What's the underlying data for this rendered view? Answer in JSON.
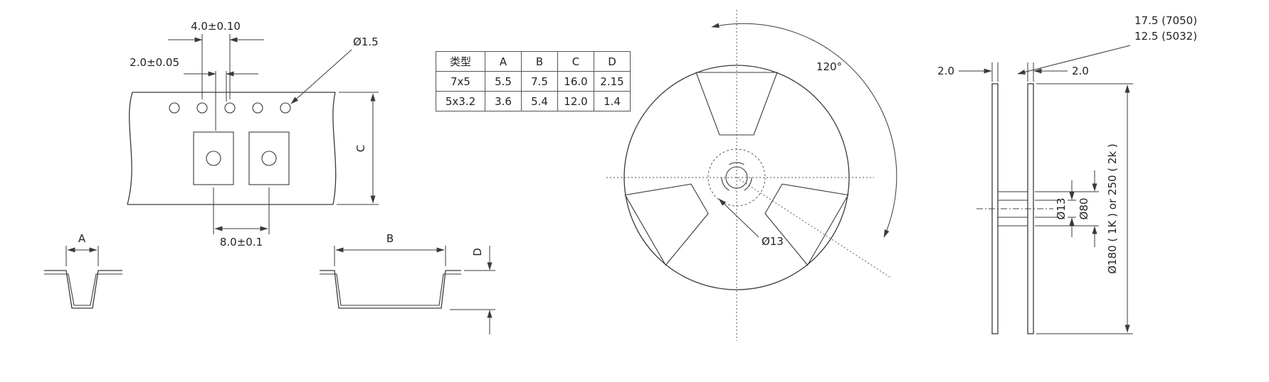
{
  "tape": {
    "dim_pitch": "4.0±0.10",
    "dim_offset": "2.0±0.05",
    "dim_hole_dia": "Ø1.5",
    "dim_pocket_pitch": "8.0±0.1",
    "dim_c": "C",
    "dim_a": "A",
    "dim_b": "B",
    "dim_d": "D"
  },
  "spec_table": {
    "headers": [
      "类型",
      "A",
      "B",
      "C",
      "D"
    ],
    "rows": [
      [
        "7x5",
        "5.5",
        "7.5",
        "16.0",
        "2.15"
      ],
      [
        "5x3.2",
        "3.6",
        "5.4",
        "12.0",
        "1.4"
      ]
    ]
  },
  "reel_front": {
    "angle": "120°",
    "hub_dia": "Ø13"
  },
  "reel_side": {
    "tape_width_7050": "17.5 (7050)",
    "tape_width_5032": "12.5 (5032)",
    "flange_left": "2.0",
    "flange_right": "2.0",
    "hub_hole_dia": "Ø13",
    "hub_dia": "Ø80",
    "reel_dia": "Ø180 ( 1K ) or 250 ( 2k )"
  },
  "colors": {
    "line": "#3a3a3a",
    "background": "#ffffff"
  }
}
